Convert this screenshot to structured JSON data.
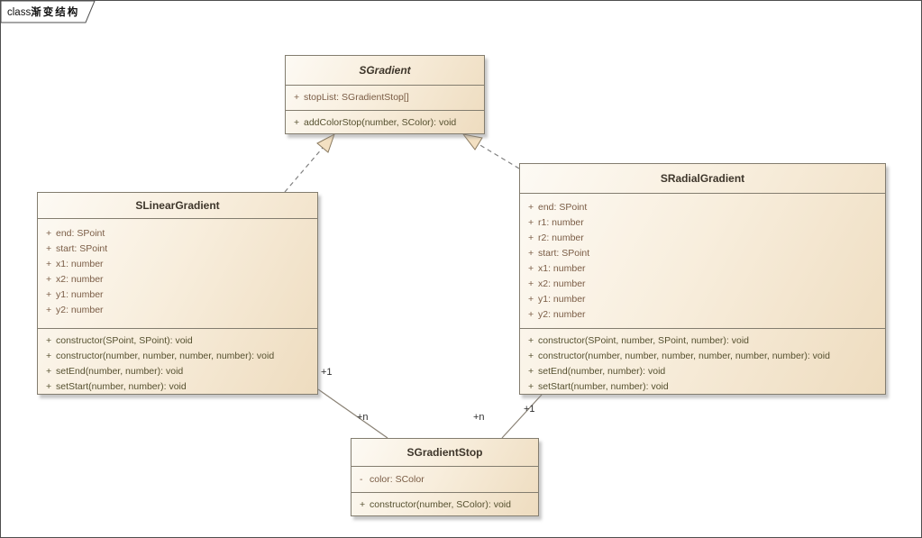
{
  "frame": {
    "keyword": "class",
    "title": "渐变结构"
  },
  "colors": {
    "box_fill_light": "#fdfaf4",
    "box_fill_dark": "#eedcbf",
    "box_border": "#837d6f",
    "attribute_text": "#7a5c45",
    "method_text": "#55502f",
    "title_text": "#3e362b",
    "dashed_line": "#808080",
    "association_line": "#8a8275",
    "arrowhead_fill": "#f3e0c2"
  },
  "classes": [
    {
      "name": "SGradient",
      "abstract": true,
      "attributes": [
        {
          "vis": "+",
          "text": "stopList: SGradientStop[]"
        }
      ],
      "methods": [
        {
          "vis": "+",
          "text": "addColorStop(number, SColor): void"
        }
      ]
    },
    {
      "name": "SLinearGradient",
      "abstract": false,
      "attributes": [
        {
          "vis": "+",
          "text": "end: SPoint"
        },
        {
          "vis": "+",
          "text": "start: SPoint"
        },
        {
          "vis": "+",
          "text": "x1: number"
        },
        {
          "vis": "+",
          "text": "x2: number"
        },
        {
          "vis": "+",
          "text": "y1: number"
        },
        {
          "vis": "+",
          "text": "y2: number"
        }
      ],
      "methods": [
        {
          "vis": "+",
          "text": "constructor(SPoint, SPoint): void"
        },
        {
          "vis": "+",
          "text": "constructor(number, number, number, number): void"
        },
        {
          "vis": "+",
          "text": "setEnd(number, number): void"
        },
        {
          "vis": "+",
          "text": "setStart(number, number): void"
        }
      ]
    },
    {
      "name": "SRadialGradient",
      "abstract": false,
      "attributes": [
        {
          "vis": "+",
          "text": "end: SPoint"
        },
        {
          "vis": "+",
          "text": "r1: number"
        },
        {
          "vis": "+",
          "text": "r2: number"
        },
        {
          "vis": "+",
          "text": "start: SPoint"
        },
        {
          "vis": "+",
          "text": "x1: number"
        },
        {
          "vis": "+",
          "text": "x2: number"
        },
        {
          "vis": "+",
          "text": "y1: number"
        },
        {
          "vis": "+",
          "text": "y2: number"
        }
      ],
      "methods": [
        {
          "vis": "+",
          "text": "constructor(SPoint, number, SPoint, number): void"
        },
        {
          "vis": "+",
          "text": "constructor(number, number, number, number, number, number): void"
        },
        {
          "vis": "+",
          "text": "setEnd(number, number): void"
        },
        {
          "vis": "+",
          "text": "setStart(number, number): void"
        }
      ]
    },
    {
      "name": "SGradientStop",
      "abstract": false,
      "attributes": [
        {
          "vis": "-",
          "text": "color: SColor"
        }
      ],
      "methods": [
        {
          "vis": "+",
          "text": "constructor(number, SColor): void"
        }
      ]
    }
  ],
  "connectors": {
    "labels": [
      {
        "text": "+1"
      },
      {
        "text": "+n"
      },
      {
        "text": "+n"
      },
      {
        "text": "+1"
      }
    ]
  }
}
